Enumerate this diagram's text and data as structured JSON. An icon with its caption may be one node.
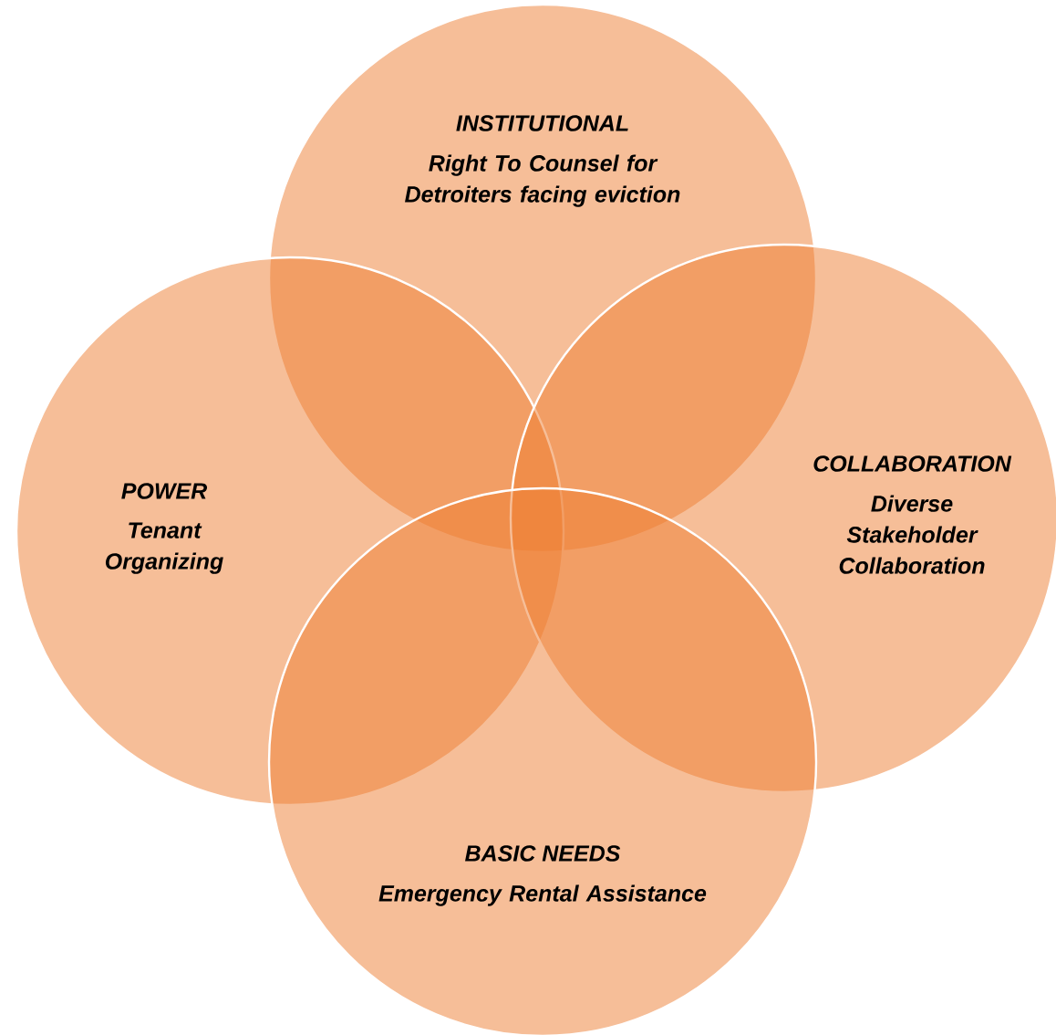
{
  "diagram": {
    "nodes": [
      {
        "text": [
          "INSTITUTIONAL",
          "Right To Counsel for Detroiters facing eviction"
        ]
      },
      {
        "text": [
          "POWER",
          "Tenant Organizing"
        ]
      },
      {
        "text": [
          "COLLABORATION",
          "Diverse Stakeholder Collaboration"
        ]
      },
      {
        "text": [
          "BASIC NEEDS",
          "Emergency Rental Assistance"
        ]
      }
    ]
  }
}
